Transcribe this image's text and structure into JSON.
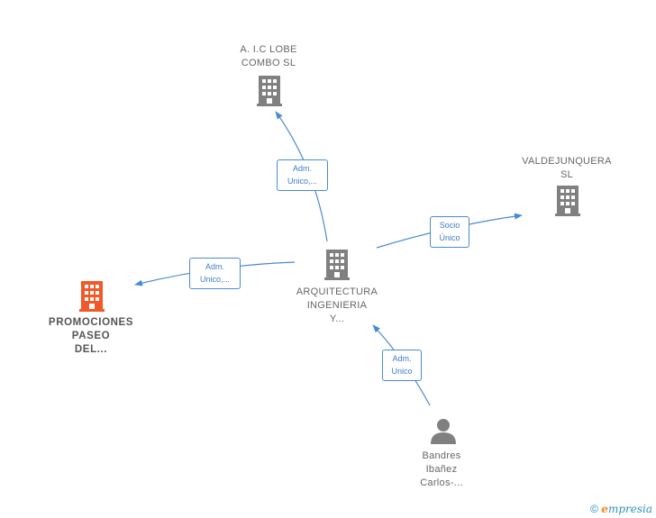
{
  "nodes": {
    "center": {
      "lines": [
        "ARQUITECTURA",
        "INGENIERIA",
        "Y..."
      ]
    },
    "top": {
      "lines": [
        "A. I.C LOBE",
        "COMBO  SL"
      ]
    },
    "right": {
      "lines": [
        "VALDEJUNQUERA",
        "SL"
      ]
    },
    "left": {
      "lines": [
        "PROMOCIONES",
        "PASEO",
        "DEL..."
      ]
    },
    "person": {
      "lines": [
        "Bandres",
        "Ibañez",
        "Carlos-..."
      ]
    }
  },
  "edges": {
    "to_top": {
      "lines": [
        "Adm.",
        "Unico,..."
      ]
    },
    "to_right": {
      "lines": [
        "Socio",
        "Único"
      ]
    },
    "to_left": {
      "lines": [
        "Adm.",
        "Unico,..."
      ]
    },
    "from_person": {
      "lines": [
        "Adm.",
        "Unico"
      ]
    }
  },
  "colors": {
    "company": "#808080",
    "focus_company": "#f05a28",
    "edge": "#4a8ad4",
    "person": "#808080"
  },
  "watermark": {
    "copyright": "©",
    "e": "e",
    "brand": "mpresia"
  }
}
